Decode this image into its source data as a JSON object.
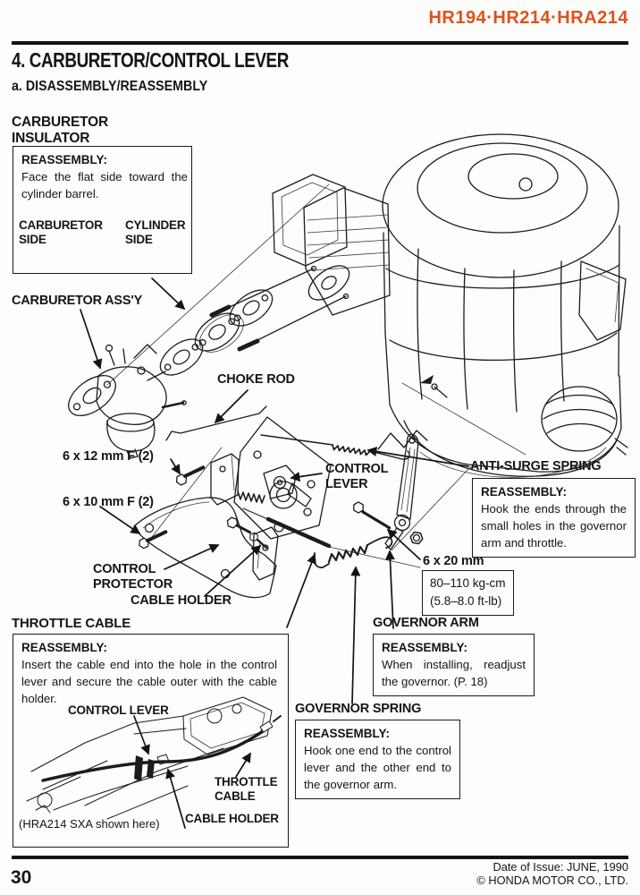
{
  "colors": {
    "header_accent": "#e0511c",
    "ink": "#1c1c1c",
    "paper": "#fdfdfb"
  },
  "header": {
    "models": "HR194·HR214·HRA214"
  },
  "headings": {
    "section": "4. CARBURETOR/CONTROL LEVER",
    "subsection": "a. DISASSEMBLY/REASSEMBLY"
  },
  "insulator": {
    "title": "CARBURETOR\nINSULATOR",
    "note_heading": "REASSEMBLY:",
    "note_body": "Face the flat side toward the cylinder barrel.",
    "left_side_label": "CARBURETOR\nSIDE",
    "right_side_label": "CYLINDER\nSIDE"
  },
  "labels": {
    "carburetor_assy": "CARBURETOR ASS'Y",
    "choke_rod": "CHOKE ROD",
    "bolt_6x12": "6 x 12 mm F (2)",
    "bolt_6x10": "6 x 10 mm F (2)",
    "control_lever": "CONTROL\nLEVER",
    "control_protector": "CONTROL\nPROTECTOR",
    "cable_holder": "CABLE HOLDER",
    "bolt_6x20": "6 x 20 mm"
  },
  "torque": {
    "line1": "80–110 kg-cm",
    "line2": "(5.8–8.0 ft-lb)"
  },
  "anti_surge": {
    "title": "ANTI-SURGE SPRING",
    "note_heading": "REASSEMBLY:",
    "note_body": "Hook the ends through the small holes in the governor arm and throttle."
  },
  "governor_arm": {
    "title": "GOVERNOR ARM",
    "note_heading": "REASSEMBLY:",
    "note_body": "When installing, readjust the governor. (P. 18)"
  },
  "governor_spring": {
    "title": "GOVERNOR SPRING",
    "note_heading": "REASSEMBLY:",
    "note_body": "Hook one end to the control lever and the other end to the governor arm."
  },
  "throttle_cable": {
    "title": "THROTTLE CABLE",
    "note_heading": "REASSEMBLY:",
    "note_body": "Insert the cable end into the hole in the control lever and secure the cable outer with the cable holder.",
    "label_control_lever": "CONTROL LEVER",
    "label_throttle_cable": "THROTTLE\nCABLE",
    "label_cable_holder": "CABLE HOLDER",
    "caption": "(HRA214 SXA shown here)"
  },
  "footer": {
    "page_number": "30",
    "date_of_issue": "Date of Issue: JUNE, 1990",
    "copyright": "© HONDA MOTOR CO., LTD."
  }
}
